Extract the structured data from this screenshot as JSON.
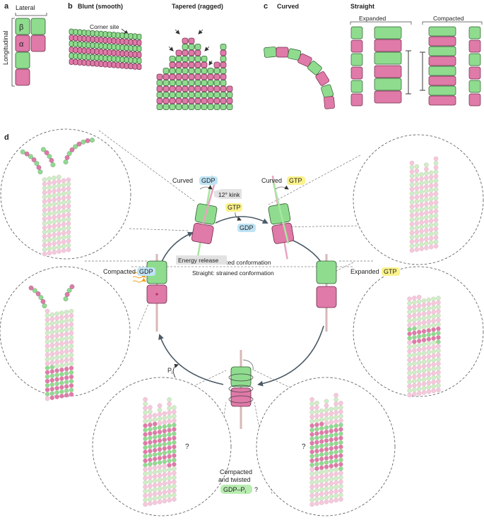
{
  "colors": {
    "alpha": "#e07aa8",
    "beta": "#8fdc8f",
    "alpha_light": "#f6c8dc",
    "beta_light": "#cdefc4",
    "gdp_badge": "#bfe3f5",
    "gtp_badge": "#fbf28a",
    "pi_badge": "#b8ecb0",
    "gray_badge": "#e2e2e2",
    "arrow": "#4a5a66",
    "energy": "#f0a020"
  },
  "panel_a": {
    "letter": "a",
    "lateral": "Lateral",
    "longitudinal": "Longitudinal",
    "beta": "β",
    "alpha": "α"
  },
  "panel_b": {
    "letter": "b",
    "blunt": "Blunt (smooth)",
    "tapered": "Tapered (ragged)",
    "corner_site": "Corner site"
  },
  "panel_c": {
    "letter": "c",
    "curved": "Curved",
    "straight": "Straight",
    "expanded": "Expanded",
    "compacted": "Compacted"
  },
  "panel_d": {
    "letter": "d",
    "curved_gdp_prefix": "Curved",
    "curved_gdp_badge": "GDP",
    "curved_gtp_prefix": "Curved",
    "curved_gtp_badge": "GTP",
    "kink": "12° kink",
    "gtp": "GTP",
    "gdp": "GDP",
    "energy_release": "Energy release",
    "compacted_prefix": "Compacted",
    "compacted_badge": "GDP",
    "expanded_prefix": "Expanded",
    "expanded_badge": "GTP",
    "relaxed": "Curved: relaxed conformation",
    "strained": "Straight: strained conformation",
    "pi": "P",
    "pi_sub": "i",
    "twisted_line1": "Compacted",
    "twisted_line2": "and twisted",
    "twisted_badge": "GDP–P",
    "twisted_badge_sub": "i",
    "twisted_q": "?",
    "q_left": "?",
    "q_right": "?"
  }
}
